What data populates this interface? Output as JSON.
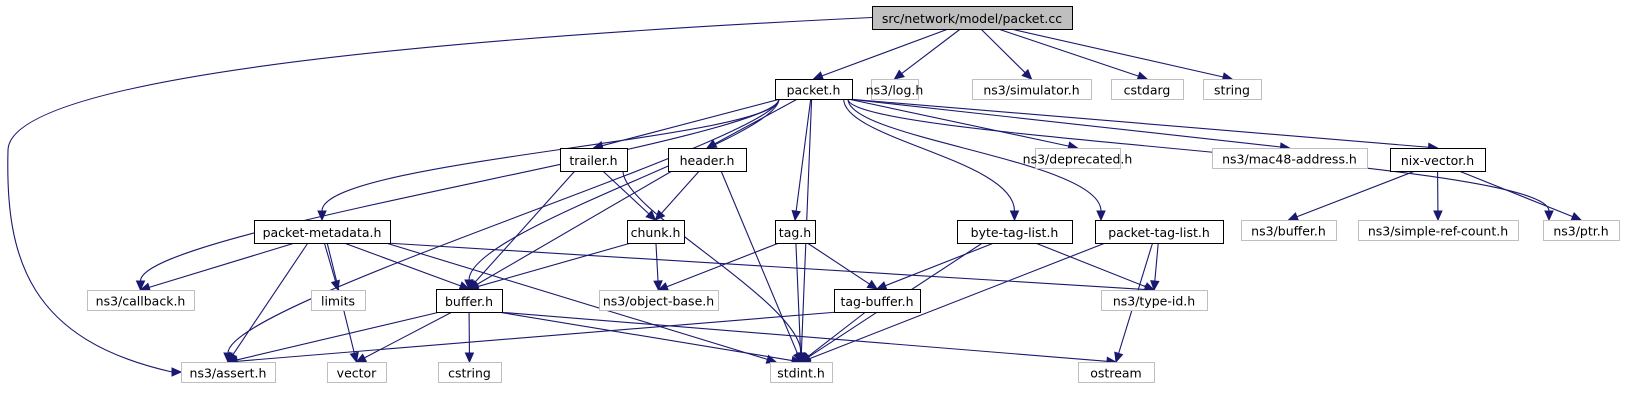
{
  "diagram": {
    "title": "src/network/model/packet.cc",
    "colors": {
      "edge": "#191970",
      "root_fill": "#bfbfbf",
      "local_border": "#000000",
      "external_border": "#bfbfbf"
    },
    "nodes": [
      {
        "id": "packet_cc",
        "label": "src/network/model/packet.cc",
        "kind": "root"
      },
      {
        "id": "packet_h",
        "label": "packet.h",
        "kind": "local"
      },
      {
        "id": "ns3_log",
        "label": "ns3/log.h",
        "kind": "ext"
      },
      {
        "id": "ns3_simulator",
        "label": "ns3/simulator.h",
        "kind": "ext"
      },
      {
        "id": "cstdarg",
        "label": "cstdarg",
        "kind": "ext"
      },
      {
        "id": "string",
        "label": "string",
        "kind": "ext"
      },
      {
        "id": "trailer_h",
        "label": "trailer.h",
        "kind": "local"
      },
      {
        "id": "header_h",
        "label": "header.h",
        "kind": "local"
      },
      {
        "id": "ns3_deprecated",
        "label": "ns3/deprecated.h",
        "kind": "ext"
      },
      {
        "id": "ns3_mac48",
        "label": "ns3/mac48-address.h",
        "kind": "ext"
      },
      {
        "id": "nix_vector",
        "label": "nix-vector.h",
        "kind": "local"
      },
      {
        "id": "packet_metadata",
        "label": "packet-metadata.h",
        "kind": "local"
      },
      {
        "id": "chunk_h",
        "label": "chunk.h",
        "kind": "local"
      },
      {
        "id": "tag_h",
        "label": "tag.h",
        "kind": "local"
      },
      {
        "id": "byte_tag_list",
        "label": "byte-tag-list.h",
        "kind": "local"
      },
      {
        "id": "packet_tag_list",
        "label": "packet-tag-list.h",
        "kind": "local"
      },
      {
        "id": "ns3_buffer",
        "label": "ns3/buffer.h",
        "kind": "ext"
      },
      {
        "id": "ns3_simple_ref",
        "label": "ns3/simple-ref-count.h",
        "kind": "ext"
      },
      {
        "id": "ns3_ptr",
        "label": "ns3/ptr.h",
        "kind": "ext"
      },
      {
        "id": "ns3_callback",
        "label": "ns3/callback.h",
        "kind": "ext"
      },
      {
        "id": "limits",
        "label": "limits",
        "kind": "ext"
      },
      {
        "id": "buffer_h",
        "label": "buffer.h",
        "kind": "local"
      },
      {
        "id": "ns3_object_base",
        "label": "ns3/object-base.h",
        "kind": "ext"
      },
      {
        "id": "tag_buffer",
        "label": "tag-buffer.h",
        "kind": "local"
      },
      {
        "id": "ns3_type_id",
        "label": "ns3/type-id.h",
        "kind": "ext"
      },
      {
        "id": "ns3_assert",
        "label": "ns3/assert.h",
        "kind": "ext"
      },
      {
        "id": "vector",
        "label": "vector",
        "kind": "ext"
      },
      {
        "id": "cstring",
        "label": "cstring",
        "kind": "ext"
      },
      {
        "id": "stdint",
        "label": "stdint.h",
        "kind": "ext"
      },
      {
        "id": "ostream",
        "label": "ostream",
        "kind": "ext"
      }
    ],
    "edges": [
      [
        "packet_cc",
        "packet_h"
      ],
      [
        "packet_cc",
        "ns3_log"
      ],
      [
        "packet_cc",
        "ns3_simulator"
      ],
      [
        "packet_cc",
        "cstdarg"
      ],
      [
        "packet_cc",
        "string"
      ],
      [
        "packet_cc",
        "ns3_assert"
      ],
      [
        "packet_h",
        "trailer_h"
      ],
      [
        "packet_h",
        "header_h"
      ],
      [
        "packet_h",
        "tag_h"
      ],
      [
        "packet_h",
        "byte_tag_list"
      ],
      [
        "packet_h",
        "packet_tag_list"
      ],
      [
        "packet_h",
        "ns3_deprecated"
      ],
      [
        "packet_h",
        "ns3_mac48"
      ],
      [
        "packet_h",
        "nix_vector"
      ],
      [
        "packet_h",
        "ns3_ptr"
      ],
      [
        "packet_h",
        "packet_metadata"
      ],
      [
        "packet_h",
        "buffer_h"
      ],
      [
        "packet_h",
        "ns3_callback"
      ],
      [
        "packet_h",
        "ns3_assert"
      ],
      [
        "packet_h",
        "stdint"
      ],
      [
        "trailer_h",
        "chunk_h"
      ],
      [
        "trailer_h",
        "buffer_h"
      ],
      [
        "trailer_h",
        "stdint"
      ],
      [
        "header_h",
        "chunk_h"
      ],
      [
        "header_h",
        "buffer_h"
      ],
      [
        "header_h",
        "stdint"
      ],
      [
        "nix_vector",
        "ns3_buffer"
      ],
      [
        "nix_vector",
        "ns3_simple_ref"
      ],
      [
        "nix_vector",
        "ns3_ptr"
      ],
      [
        "packet_metadata",
        "ns3_callback"
      ],
      [
        "packet_metadata",
        "limits"
      ],
      [
        "packet_metadata",
        "buffer_h"
      ],
      [
        "packet_metadata",
        "ns3_type_id"
      ],
      [
        "packet_metadata",
        "ns3_assert"
      ],
      [
        "packet_metadata",
        "vector"
      ],
      [
        "packet_metadata",
        "stdint"
      ],
      [
        "chunk_h",
        "buffer_h"
      ],
      [
        "chunk_h",
        "ns3_object_base"
      ],
      [
        "tag_h",
        "ns3_object_base"
      ],
      [
        "tag_h",
        "tag_buffer"
      ],
      [
        "tag_h",
        "stdint"
      ],
      [
        "byte_tag_list",
        "tag_buffer"
      ],
      [
        "byte_tag_list",
        "ns3_type_id"
      ],
      [
        "byte_tag_list",
        "stdint"
      ],
      [
        "packet_tag_list",
        "ns3_type_id"
      ],
      [
        "packet_tag_list",
        "stdint"
      ],
      [
        "packet_tag_list",
        "ostream"
      ],
      [
        "buffer_h",
        "ns3_assert"
      ],
      [
        "buffer_h",
        "vector"
      ],
      [
        "buffer_h",
        "cstring"
      ],
      [
        "buffer_h",
        "stdint"
      ],
      [
        "buffer_h",
        "ostream"
      ],
      [
        "tag_buffer",
        "ns3_assert"
      ],
      [
        "tag_buffer",
        "stdint"
      ]
    ]
  }
}
